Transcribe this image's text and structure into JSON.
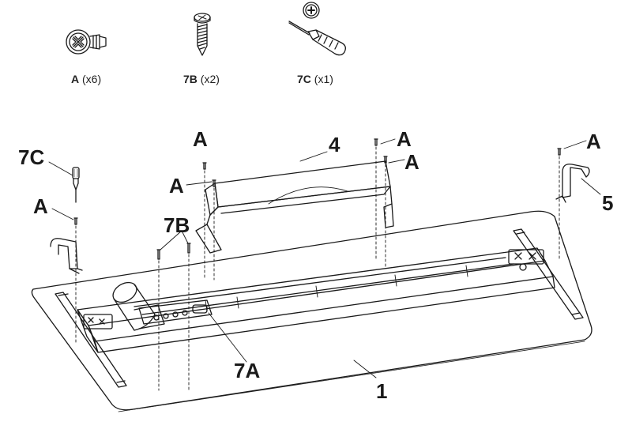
{
  "parts": [
    {
      "code": "A",
      "qty": "(x6)",
      "icon": "cross-head-screw-icon"
    },
    {
      "code": "7B",
      "qty": "(x2)",
      "icon": "wood-screw-icon"
    },
    {
      "code": "7C",
      "qty": "(x1)",
      "icon": "screwdriver-icon"
    }
  ],
  "callouts": {
    "a_top_left": "A",
    "a_left": "A",
    "a_mid": "A",
    "a_top_right_1": "A",
    "a_top_right_2": "A",
    "a_right": "A",
    "c7c": "7C",
    "c7b": "7B",
    "c7a": "7A",
    "c4": "4",
    "c5": "5",
    "c1": "1"
  },
  "colors": {
    "line": "#1a1a1a",
    "paper": "#ffffff"
  }
}
